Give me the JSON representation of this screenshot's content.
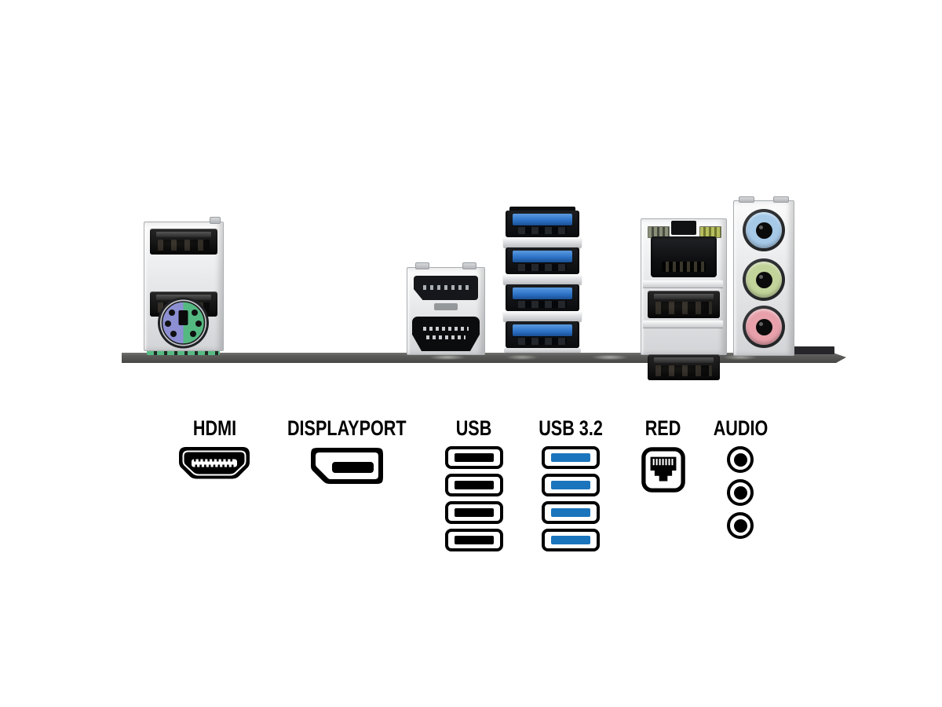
{
  "legend": {
    "items": [
      {
        "id": "hdmi",
        "label": "HDMI"
      },
      {
        "id": "displayport",
        "label": "DISPLAYPORT"
      },
      {
        "id": "usb",
        "label": "USB",
        "port_count": 4
      },
      {
        "id": "usb-3-2",
        "label": "USB 3.2",
        "port_count": 4
      },
      {
        "id": "red",
        "label": "RED"
      },
      {
        "id": "audio",
        "label": "AUDIO",
        "jack_count": 3
      }
    ]
  },
  "photo": {
    "port_counts": {
      "usb2_left_stack": 2,
      "usb3_blue_stack": 4,
      "usb2_right_stack": 2,
      "audio_jacks": 3,
      "ethernet": 1,
      "ps2_combo": 1,
      "hdmi": 1,
      "displayport": 1
    }
  },
  "colors": {
    "legend_ink": "#000000",
    "usb32_blue": "#1b75bc",
    "usb3_tongue": "#2e74c8",
    "chassis_bar": "#58585a",
    "metal_light": "#fbfbfb",
    "metal_mid": "#e8e9eb",
    "metal_dark": "#d3d4d7",
    "pcb_green": "#57bb84",
    "ps2_purple": "#8d8fd3",
    "ps2_green": "#54b981",
    "audio_line_in": "#a6c9e8",
    "audio_line_out": "#c3d49b",
    "audio_mic": "#e8a1ab",
    "lan_led_left": "#8a8f7a",
    "lan_led_right": "#b7bf5e"
  }
}
